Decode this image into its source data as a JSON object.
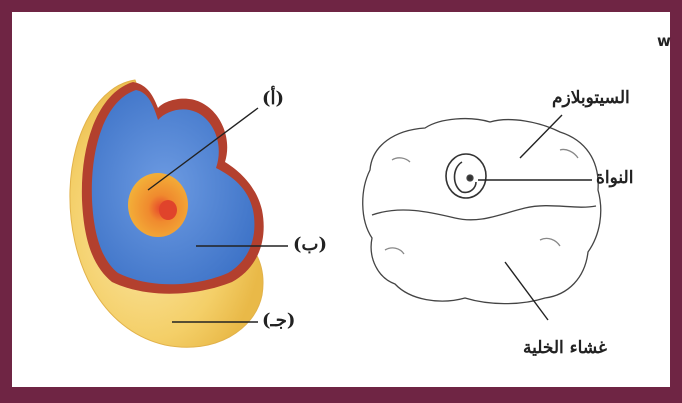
{
  "corner_mark": "w",
  "left_diagram": {
    "labels": {
      "a": "(أ)",
      "b": "(ب)",
      "c": "(جـ)"
    }
  },
  "right_diagram": {
    "labels": {
      "cytoplasm": "السيتوبلازم",
      "nucleus": "النواة",
      "membrane": "غشاء الخلية"
    }
  },
  "colors": {
    "frame": "#6f2544",
    "outer_yellow": "#f3cf6a",
    "blue": "#4f86d6",
    "red_rim": "#b3402e",
    "core_orange": "#f2a430",
    "core_red": "#e04a2c"
  }
}
